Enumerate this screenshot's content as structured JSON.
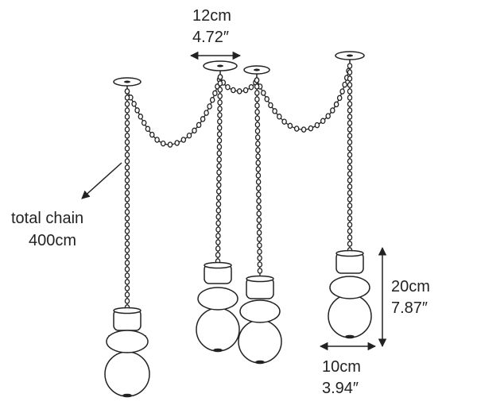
{
  "colors": {
    "line": "#222222",
    "background": "#ffffff"
  },
  "annotations": {
    "canopy_spacing": {
      "metric": "12cm",
      "imperial": "4.72″"
    },
    "chain": {
      "line1": "total chain",
      "line2": "400cm"
    },
    "shade_height": {
      "metric": "20cm",
      "imperial": "7.87″"
    },
    "shade_width": {
      "metric": "10cm",
      "imperial": "3.94″"
    }
  }
}
